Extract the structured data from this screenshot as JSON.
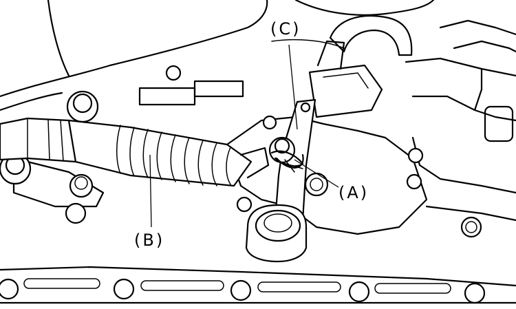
{
  "labels": {
    "a": "(A)",
    "b": "(B)",
    "c": "(C)"
  }
}
